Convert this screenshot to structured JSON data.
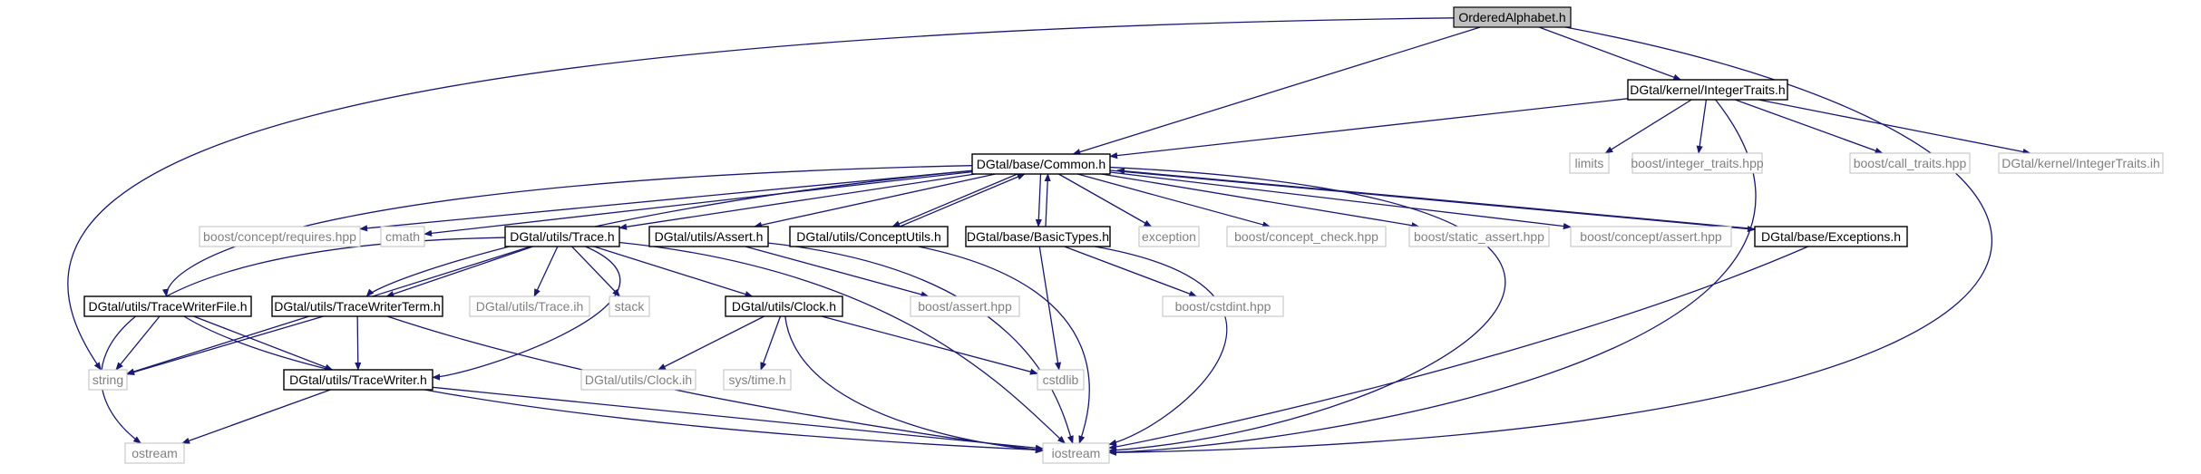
{
  "colors": {
    "edge": "#191970",
    "root_fill": "#bfbfbf",
    "documented_border": "#000000",
    "external_border": "#bfbfbf",
    "external_text": "#808080"
  },
  "nodes": {
    "ordered_alphabet": {
      "label": "OrderedAlphabet.h",
      "kind": "root"
    },
    "integer_traits": {
      "label": "DGtal/kernel/IntegerTraits.h",
      "kind": "documented"
    },
    "common": {
      "label": "DGtal/base/Common.h",
      "kind": "documented"
    },
    "limits": {
      "label": "limits",
      "kind": "external"
    },
    "boost_integer_traits": {
      "label": "boost/integer_traits.hpp",
      "kind": "external"
    },
    "boost_call_traits": {
      "label": "boost/call_traits.hpp",
      "kind": "external"
    },
    "integer_traits_ih": {
      "label": "DGtal/kernel/IntegerTraits.ih",
      "kind": "external"
    },
    "boost_concept_requires": {
      "label": "boost/concept/requires.hpp",
      "kind": "external"
    },
    "cmath": {
      "label": "cmath",
      "kind": "external"
    },
    "trace": {
      "label": "DGtal/utils/Trace.h",
      "kind": "documented"
    },
    "assert": {
      "label": "DGtal/utils/Assert.h",
      "kind": "documented"
    },
    "concept_utils": {
      "label": "DGtal/utils/ConceptUtils.h",
      "kind": "documented"
    },
    "basic_types": {
      "label": "DGtal/base/BasicTypes.h",
      "kind": "documented"
    },
    "exception": {
      "label": "exception",
      "kind": "external"
    },
    "boost_concept_check": {
      "label": "boost/concept_check.hpp",
      "kind": "external"
    },
    "boost_static_assert": {
      "label": "boost/static_assert.hpp",
      "kind": "external"
    },
    "boost_concept_assert": {
      "label": "boost/concept/assert.hpp",
      "kind": "external"
    },
    "exceptions": {
      "label": "DGtal/base/Exceptions.h",
      "kind": "documented"
    },
    "trace_writer_file": {
      "label": "DGtal/utils/TraceWriterFile.h",
      "kind": "documented"
    },
    "trace_writer_term": {
      "label": "DGtal/utils/TraceWriterTerm.h",
      "kind": "documented"
    },
    "trace_ih": {
      "label": "DGtal/utils/Trace.ih",
      "kind": "external"
    },
    "stack": {
      "label": "stack",
      "kind": "external"
    },
    "clock": {
      "label": "DGtal/utils/Clock.h",
      "kind": "documented"
    },
    "boost_assert": {
      "label": "boost/assert.hpp",
      "kind": "external"
    },
    "boost_cstdint": {
      "label": "boost/cstdint.hpp",
      "kind": "external"
    },
    "string": {
      "label": "string",
      "kind": "external"
    },
    "trace_writer": {
      "label": "DGtal/utils/TraceWriter.h",
      "kind": "documented"
    },
    "clock_ih": {
      "label": "DGtal/utils/Clock.ih",
      "kind": "external"
    },
    "sys_time": {
      "label": "sys/time.h",
      "kind": "external"
    },
    "cstdlib": {
      "label": "cstdlib",
      "kind": "external"
    },
    "ostream": {
      "label": "ostream",
      "kind": "external"
    },
    "iostream": {
      "label": "iostream",
      "kind": "external"
    }
  },
  "edges": [
    [
      "ordered_alphabet",
      "string"
    ],
    [
      "ordered_alphabet",
      "common"
    ],
    [
      "ordered_alphabet",
      "integer_traits"
    ],
    [
      "ordered_alphabet",
      "iostream"
    ],
    [
      "integer_traits",
      "common"
    ],
    [
      "integer_traits",
      "limits"
    ],
    [
      "integer_traits",
      "boost_integer_traits"
    ],
    [
      "integer_traits",
      "boost_call_traits"
    ],
    [
      "integer_traits",
      "integer_traits_ih"
    ],
    [
      "integer_traits",
      "iostream"
    ],
    [
      "common",
      "boost_concept_requires"
    ],
    [
      "common",
      "cmath"
    ],
    [
      "common",
      "trace"
    ],
    [
      "common",
      "assert"
    ],
    [
      "common",
      "concept_utils"
    ],
    [
      "common",
      "basic_types"
    ],
    [
      "common",
      "exception"
    ],
    [
      "common",
      "boost_concept_check"
    ],
    [
      "common",
      "boost_static_assert"
    ],
    [
      "common",
      "boost_concept_assert"
    ],
    [
      "common",
      "exceptions"
    ],
    [
      "common",
      "trace_writer_file"
    ],
    [
      "common",
      "trace_writer_term"
    ],
    [
      "common",
      "iostream"
    ],
    [
      "concept_utils",
      "common"
    ],
    [
      "basic_types",
      "common"
    ],
    [
      "exceptions",
      "common"
    ],
    [
      "trace",
      "ostream"
    ],
    [
      "trace",
      "string"
    ],
    [
      "trace",
      "trace_writer_term"
    ],
    [
      "trace",
      "trace_writer"
    ],
    [
      "trace",
      "trace_ih"
    ],
    [
      "trace",
      "stack"
    ],
    [
      "trace",
      "clock"
    ],
    [
      "trace",
      "iostream"
    ],
    [
      "assert",
      "boost_assert"
    ],
    [
      "assert",
      "iostream"
    ],
    [
      "concept_utils",
      "iostream"
    ],
    [
      "basic_types",
      "boost_cstdint"
    ],
    [
      "basic_types",
      "cstdlib"
    ],
    [
      "basic_types",
      "iostream"
    ],
    [
      "exceptions",
      "iostream"
    ],
    [
      "trace_writer_file",
      "string"
    ],
    [
      "trace_writer_file",
      "trace_writer"
    ],
    [
      "trace_writer_file",
      "iostream"
    ],
    [
      "trace_writer_term",
      "string"
    ],
    [
      "trace_writer_term",
      "trace_writer"
    ],
    [
      "trace_writer_term",
      "iostream"
    ],
    [
      "clock",
      "clock_ih"
    ],
    [
      "clock",
      "sys_time"
    ],
    [
      "clock",
      "cstdlib"
    ],
    [
      "clock",
      "iostream"
    ],
    [
      "trace_writer",
      "ostream"
    ],
    [
      "trace_writer",
      "iostream"
    ]
  ]
}
